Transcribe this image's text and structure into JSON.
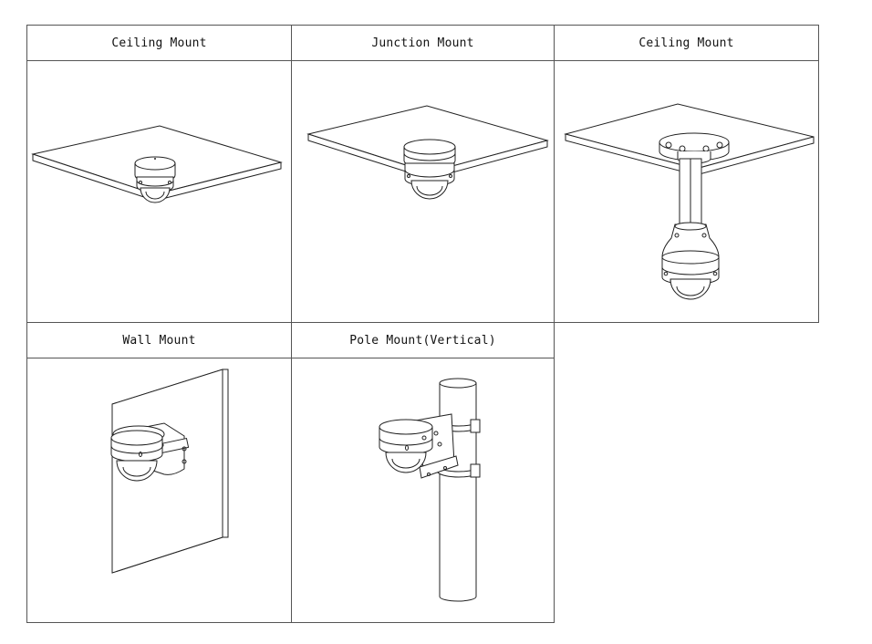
{
  "panels": [
    {
      "title": "Ceiling Mount"
    },
    {
      "title": "Junction Mount"
    },
    {
      "title": "Ceiling Mount"
    },
    {
      "title": "Wall Mount"
    },
    {
      "title": "Pole Mount(Vertical)"
    }
  ]
}
